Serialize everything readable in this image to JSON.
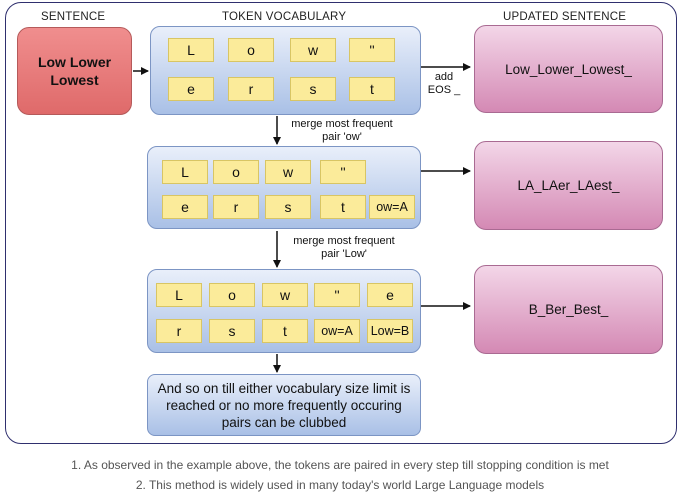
{
  "headers": {
    "sentence": "SENTENCE",
    "vocabulary": "TOKEN VOCABULARY",
    "updated": "UPDATED SENTENCE"
  },
  "sentence_box": "Low Lower Lowest",
  "vocab_rows": [
    [
      "L",
      "o",
      "w",
      "''",
      "e",
      "r",
      "s",
      "t"
    ],
    [
      "L",
      "o",
      "w",
      "''",
      "e",
      "r",
      "s",
      "t",
      "ow=A"
    ],
    [
      "L",
      "o",
      "w",
      "''",
      "e",
      "r",
      "s",
      "t",
      "ow=A",
      "Low=B"
    ]
  ],
  "steps": {
    "add_eos": "add EOS _",
    "merge_1": "merge most frequent pair 'ow'",
    "merge_2": "merge most frequent pair 'Low'"
  },
  "updated_sentences": [
    "Low_Lower_Lowest_",
    "LA_LAer_LAest_",
    "B_Ber_Best_"
  ],
  "final_note": "And so on till either vocabulary size limit is reached or no more frequently occuring pairs can be clubbed",
  "captions": [
    "1. As observed in the example above, the tokens are paired in every step till stopping condition is met",
    "2. This method is widely used in many today's world Large Language models"
  ],
  "colors": {
    "sentence_fill": "#df6a6a",
    "vocab_fill": "#a9c0e6",
    "token_fill": "#fbeb9a",
    "result_fill": "#d489b4",
    "frame_border": "#2f2f6e"
  }
}
